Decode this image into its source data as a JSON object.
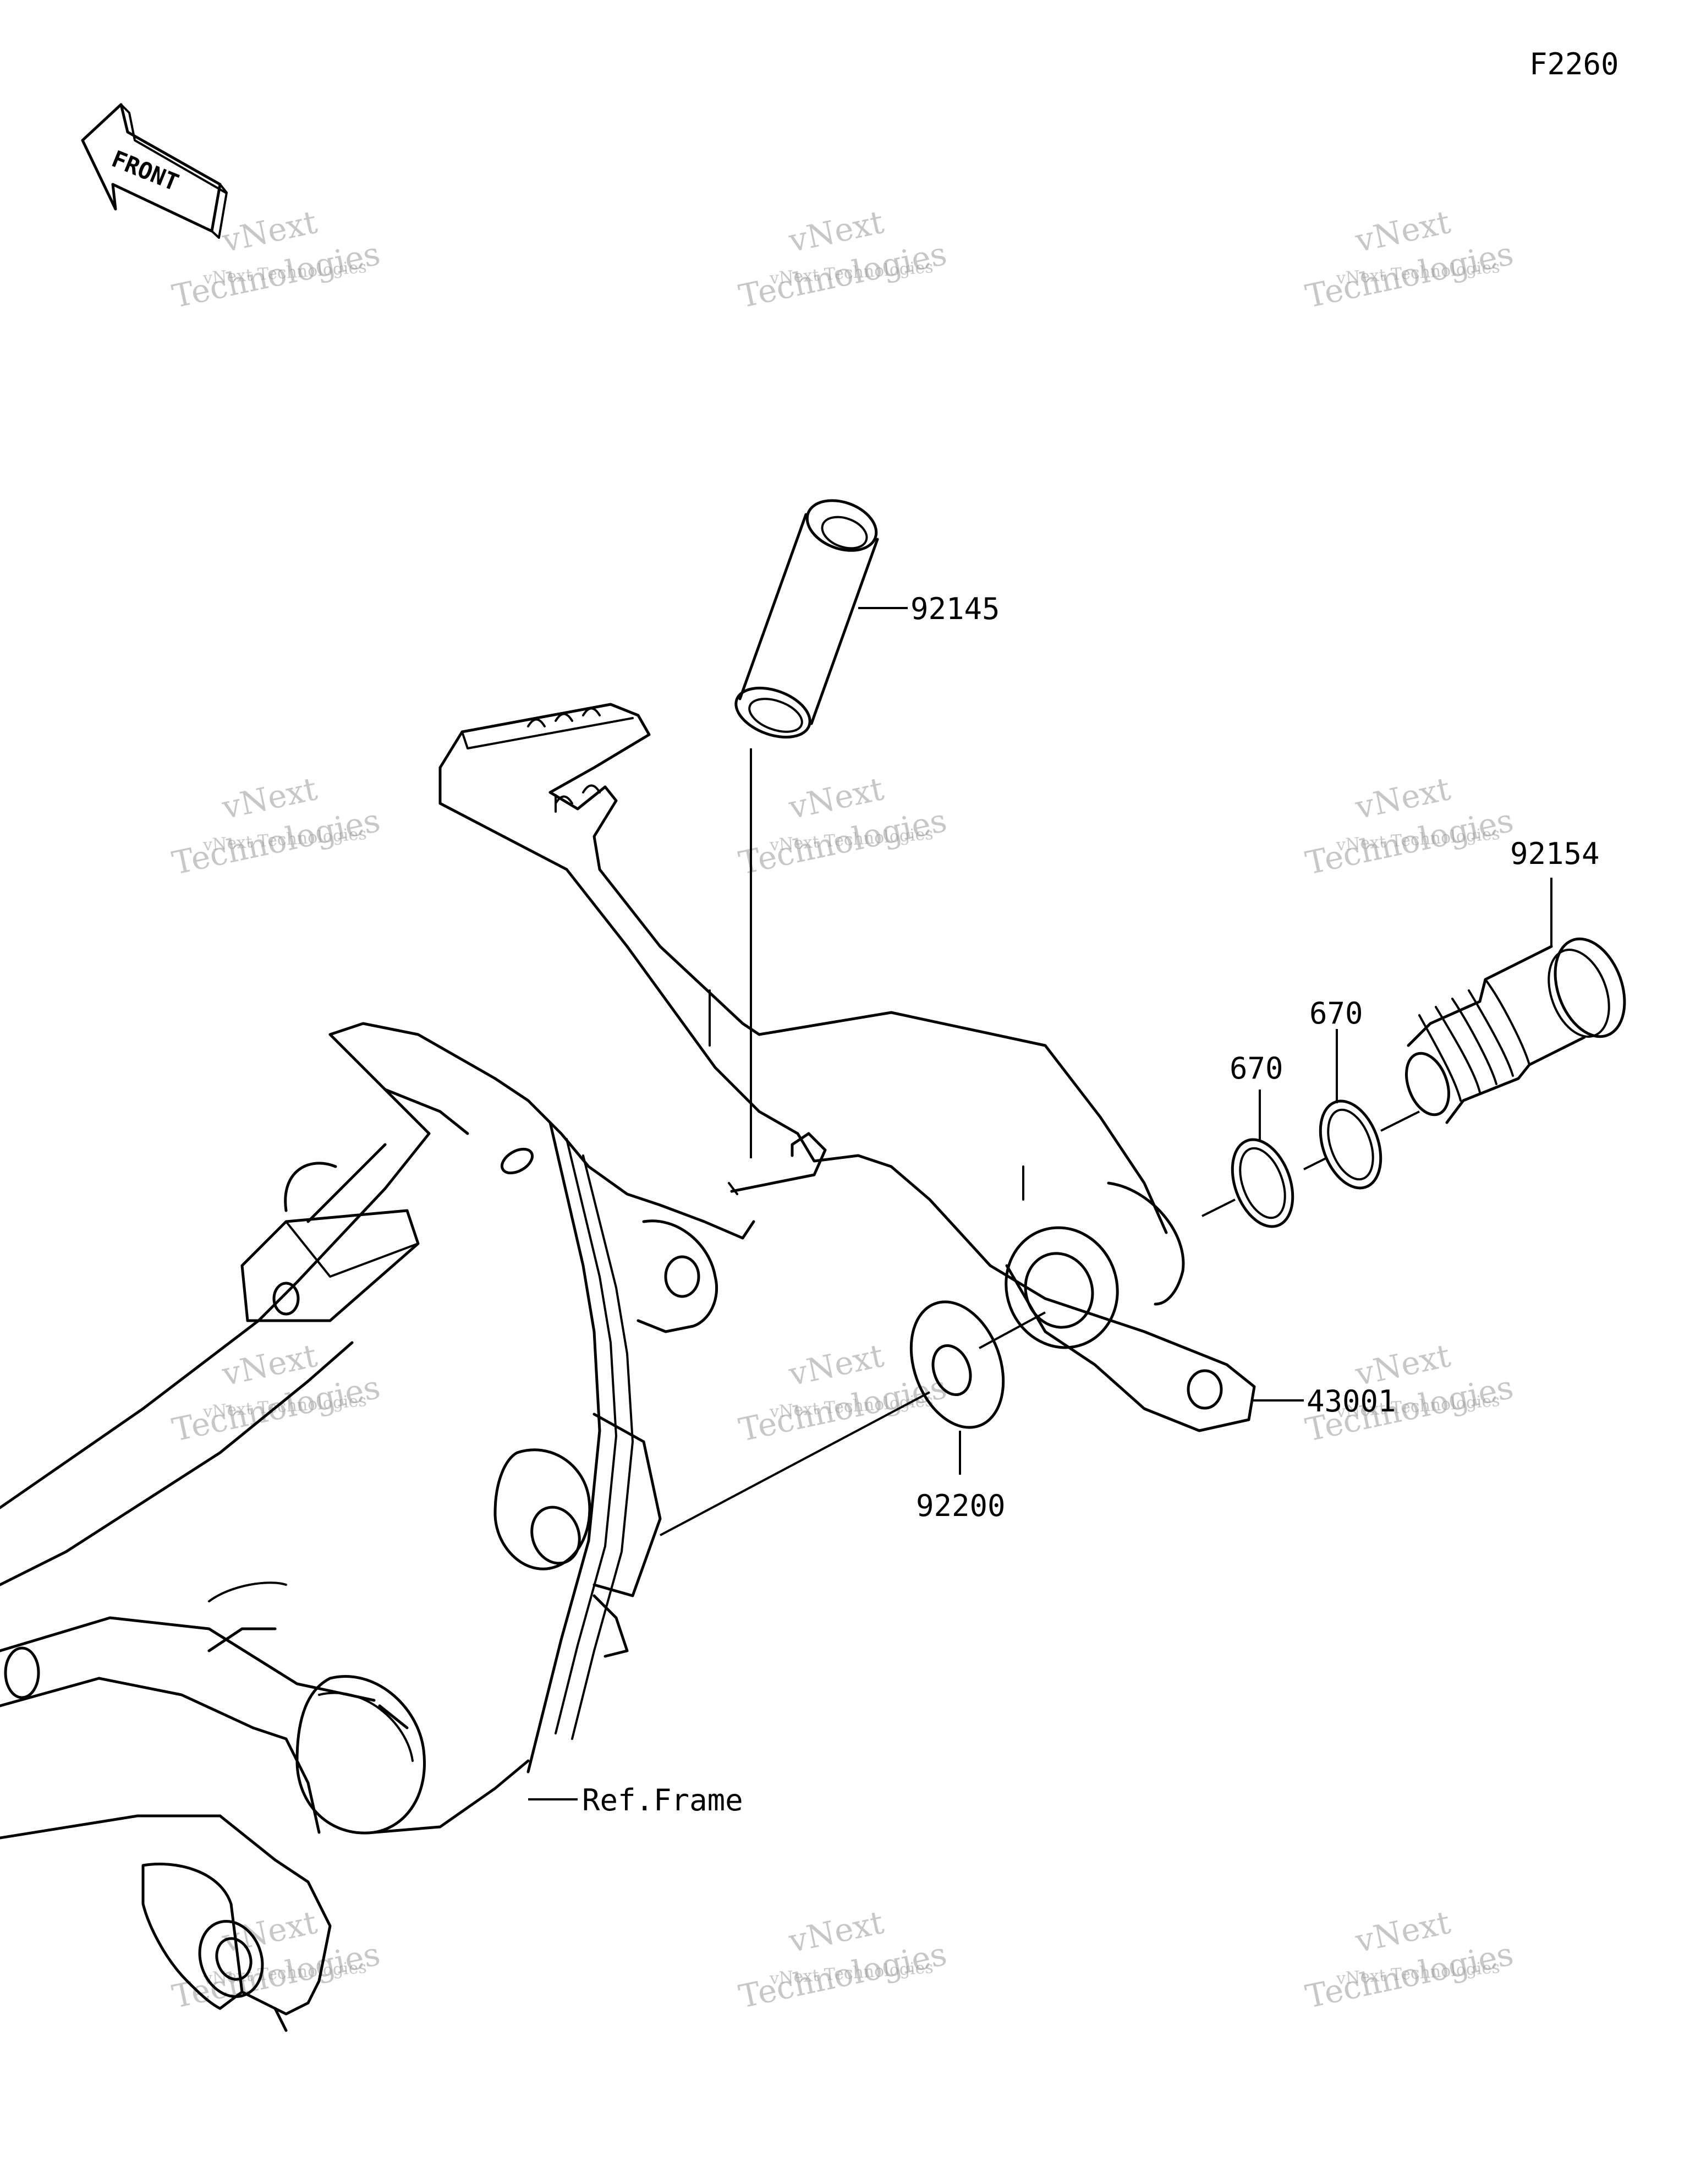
{
  "diagram_code": "F2260",
  "front_label": "FRONT",
  "parts": [
    {
      "id": "part-92145",
      "label": "92145"
    },
    {
      "id": "part-92154",
      "label": "92154"
    },
    {
      "id": "part-670-a",
      "label": "670"
    },
    {
      "id": "part-670-b",
      "label": "670"
    },
    {
      "id": "part-43001",
      "label": "43001"
    },
    {
      "id": "part-92200",
      "label": "92200"
    },
    {
      "id": "ref-frame",
      "label": "Ref.Frame"
    }
  ],
  "watermark": {
    "line_small": "vNext Technologies",
    "line_big_top": "vNext",
    "line_big_bottom": "Technologies"
  }
}
